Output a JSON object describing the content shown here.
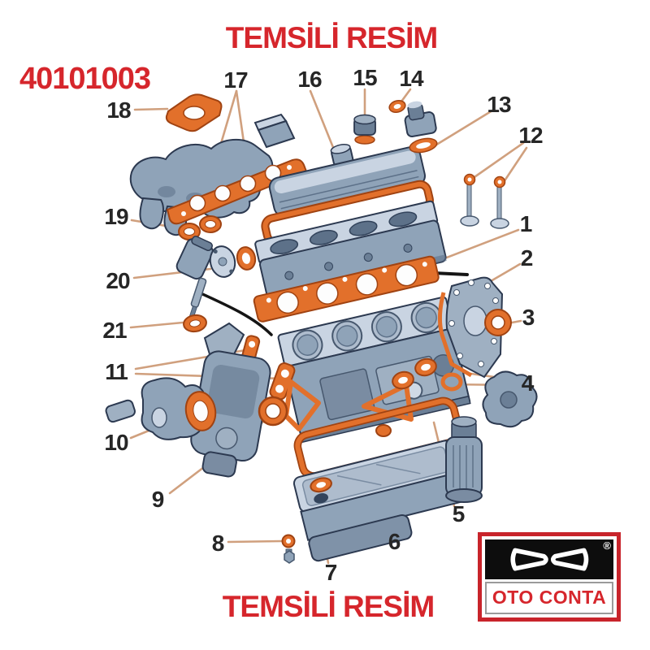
{
  "header": {
    "title": "TEMSİLİ RESİM",
    "part_number": "40101003"
  },
  "footer": {
    "title": "TEMSİLİ RESİM"
  },
  "callouts": [
    {
      "label": "1"
    },
    {
      "label": "2"
    },
    {
      "label": "3"
    },
    {
      "label": "4"
    },
    {
      "label": "5"
    },
    {
      "label": "6"
    },
    {
      "label": "7"
    },
    {
      "label": "8"
    },
    {
      "label": "9"
    },
    {
      "label": "10"
    },
    {
      "label": "11"
    },
    {
      "label": "12"
    },
    {
      "label": "13"
    },
    {
      "label": "14"
    },
    {
      "label": "15"
    },
    {
      "label": "16"
    },
    {
      "label": "17"
    },
    {
      "label": "18"
    },
    {
      "label": "19"
    },
    {
      "label": "20"
    },
    {
      "label": "21"
    }
  ],
  "logo": {
    "brand": "OTO CONTA",
    "registered_mark": "®"
  },
  "colors": {
    "accent_red": "#d6262c",
    "logo_red": "#c8242b",
    "gasket_orange": "#e2702b",
    "gasket_outline": "#a04312",
    "metal_gray": "#8fa3b8",
    "metal_light": "#c9d4e2",
    "metal_dark": "#5d7189",
    "leader_tan": "#d0a07e"
  }
}
